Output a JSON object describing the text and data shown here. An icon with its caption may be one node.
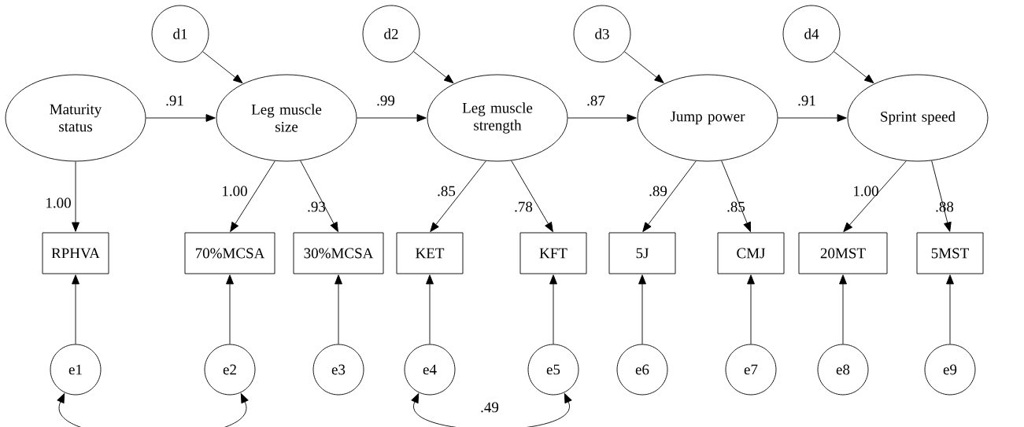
{
  "diagram": {
    "nodes": [
      {
        "text": [
          "d1"
        ]
      },
      {
        "text": [
          "d2"
        ]
      },
      {
        "text": [
          "d3"
        ]
      },
      {
        "text": [
          "d4"
        ]
      },
      {
        "text": [
          "Maturity status"
        ]
      },
      {
        "text": [
          "Leg muscle size"
        ]
      },
      {
        "text": [
          "Leg muscle strength"
        ]
      },
      {
        "text": [
          "Jump power"
        ]
      },
      {
        "text": [
          "Sprint speed"
        ]
      },
      {
        "text": [
          "RPHVA"
        ]
      },
      {
        "text": [
          "70%MCSA"
        ]
      },
      {
        "text": [
          "30%MCSA"
        ]
      },
      {
        "text": [
          "KET"
        ]
      },
      {
        "text": [
          "KFT"
        ]
      },
      {
        "text": [
          "5J"
        ]
      },
      {
        "text": [
          "CMJ"
        ]
      },
      {
        "text": [
          "20MST"
        ]
      },
      {
        "text": [
          "5MST"
        ]
      },
      {
        "text": [
          "e1"
        ]
      },
      {
        "text": [
          "e2"
        ]
      },
      {
        "text": [
          "e3"
        ]
      },
      {
        "text": [
          "e4"
        ]
      },
      {
        "text": [
          "e5"
        ]
      },
      {
        "text": [
          "e6"
        ]
      },
      {
        "text": [
          "e7"
        ]
      },
      {
        "text": [
          "e8"
        ]
      },
      {
        "text": [
          "e9"
        ]
      }
    ],
    "edges": [
      {
        "from": 0,
        "to": 5,
        "arrow": "to"
      },
      {
        "from": 1,
        "to": 6,
        "arrow": "to"
      },
      {
        "from": 2,
        "to": 7,
        "arrow": "to"
      },
      {
        "from": 3,
        "to": 8,
        "arrow": "to"
      },
      {
        "from": 4,
        "to": 5,
        "arrow": "to",
        "label": ".91"
      },
      {
        "from": 5,
        "to": 6,
        "arrow": "to",
        "label": ".99"
      },
      {
        "from": 6,
        "to": 7,
        "arrow": "to",
        "label": ".87"
      },
      {
        "from": 7,
        "to": 8,
        "arrow": "to",
        "label": ".91"
      },
      {
        "from": 4,
        "to": 9,
        "arrow": "to",
        "label": "1.00"
      },
      {
        "from": 5,
        "to": 10,
        "arrow": "to",
        "label": "1.00"
      },
      {
        "from": 5,
        "to": 11,
        "arrow": "to",
        "label": ".93"
      },
      {
        "from": 6,
        "to": 12,
        "arrow": "to",
        "label": ".85"
      },
      {
        "from": 6,
        "to": 13,
        "arrow": "to",
        "label": ".78"
      },
      {
        "from": 7,
        "to": 14,
        "arrow": "to",
        "label": ".89"
      },
      {
        "from": 7,
        "to": 15,
        "arrow": "to",
        "label": ".85"
      },
      {
        "from": 8,
        "to": 16,
        "arrow": "to",
        "label": "1.00"
      },
      {
        "from": 8,
        "to": 17,
        "arrow": "to",
        "label": ".88"
      },
      {
        "from": 18,
        "to": 9,
        "arrow": "to"
      },
      {
        "from": 19,
        "to": 10,
        "arrow": "to"
      },
      {
        "from": 20,
        "to": 11,
        "arrow": "to"
      },
      {
        "from": 21,
        "to": 12,
        "arrow": "to"
      },
      {
        "from": 22,
        "to": 13,
        "arrow": "to"
      },
      {
        "from": 23,
        "to": 14,
        "arrow": "to"
      },
      {
        "from": 24,
        "to": 15,
        "arrow": "to"
      },
      {
        "from": 25,
        "to": 16,
        "arrow": "to"
      },
      {
        "from": 26,
        "to": 17,
        "arrow": "to"
      },
      {
        "from": 18,
        "to": 19,
        "arrow": "both"
      },
      {
        "from": 21,
        "to": 22,
        "arrow": "both",
        "label": ".49"
      }
    ]
  }
}
